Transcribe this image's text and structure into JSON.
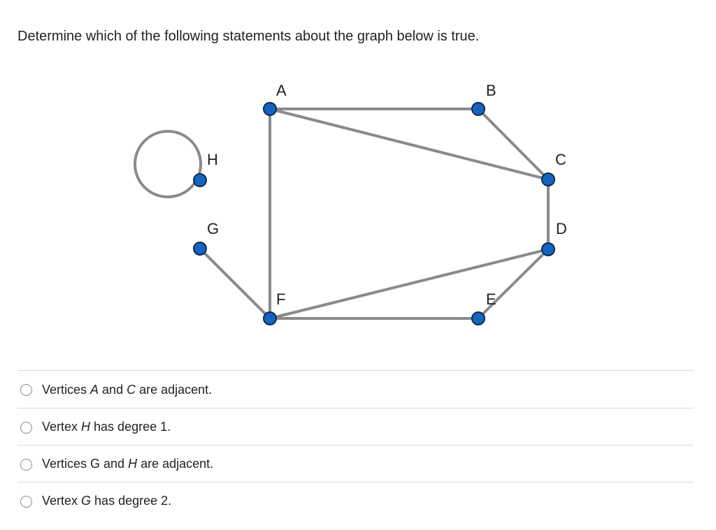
{
  "question": "Determine which of the following statements about the graph below is true.",
  "graph": {
    "vertices": [
      "A",
      "B",
      "C",
      "D",
      "E",
      "F",
      "G",
      "H"
    ],
    "edges": [
      [
        "A",
        "B"
      ],
      [
        "A",
        "C"
      ],
      [
        "A",
        "F"
      ],
      [
        "B",
        "C"
      ],
      [
        "C",
        "D"
      ],
      [
        "D",
        "F"
      ],
      [
        "D",
        "E"
      ],
      [
        "E",
        "F"
      ],
      [
        "F",
        "G"
      ],
      [
        "H",
        "H"
      ]
    ],
    "vertex_color": "#1565c0",
    "edge_color": "#8a8a8a"
  },
  "options": [
    {
      "parts": [
        "Vertices ",
        "A",
        " and ",
        "C",
        " are adjacent."
      ]
    },
    {
      "parts": [
        "Vertex ",
        "H",
        " has degree 1.",
        "",
        ""
      ]
    },
    {
      "parts": [
        "Vertices G and ",
        "H",
        " are adjacent.",
        "",
        ""
      ]
    },
    {
      "parts": [
        "Vertex ",
        "G",
        " has degree 2.",
        "",
        ""
      ]
    }
  ]
}
